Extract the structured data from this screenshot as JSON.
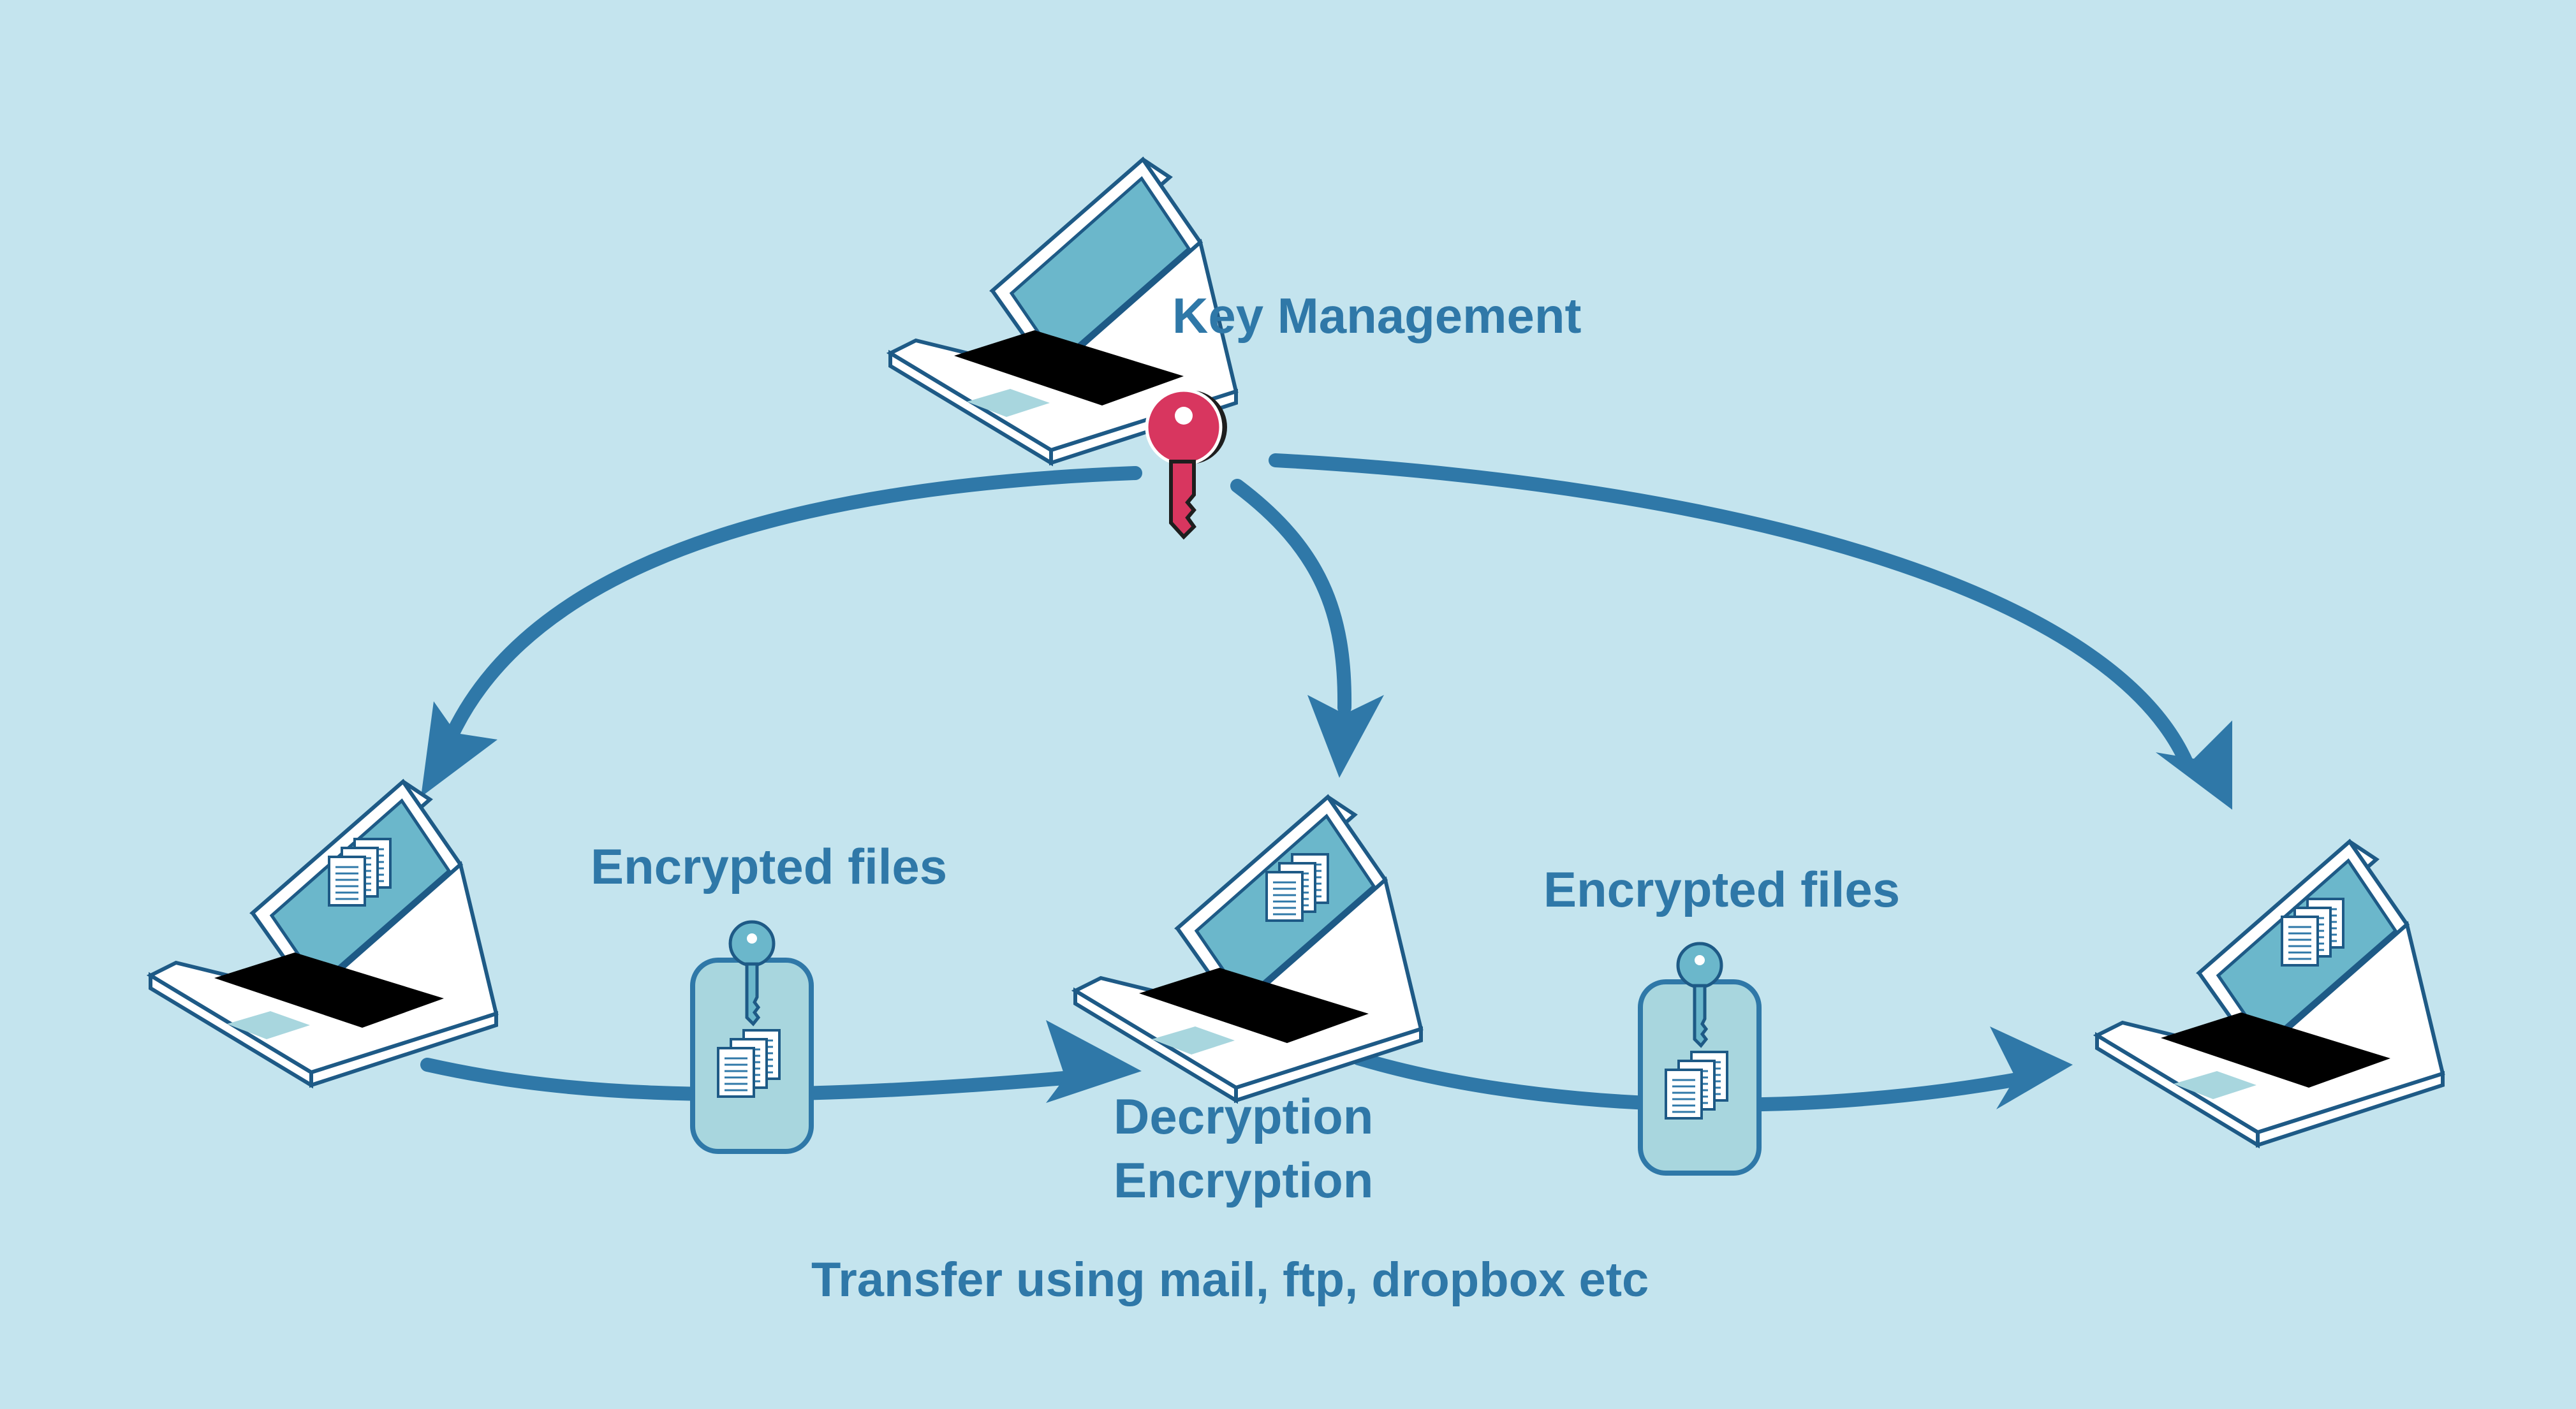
{
  "labels": {
    "key_management": "Key Management",
    "encrypted_files_left": "Encrypted files",
    "encrypted_files_right": "Encrypted files",
    "decryption": "Decryption",
    "encryption": "Encryption",
    "transfer": "Transfer using mail, ftp, dropbox etc"
  },
  "colors": {
    "background": "#c4e4ee",
    "arrow": "#2f78a8",
    "text": "#2f78a8",
    "key_red": "#d8365f",
    "key_blue": "#6bb7cb",
    "screen": "#6bb7cb",
    "keyboard": "#000000",
    "package_fill": "#a8d6de"
  },
  "icons": {
    "laptop": "laptop-icon",
    "master_key": "key-icon",
    "encrypted_package": "encrypted-package-icon",
    "documents": "documents-icon"
  }
}
